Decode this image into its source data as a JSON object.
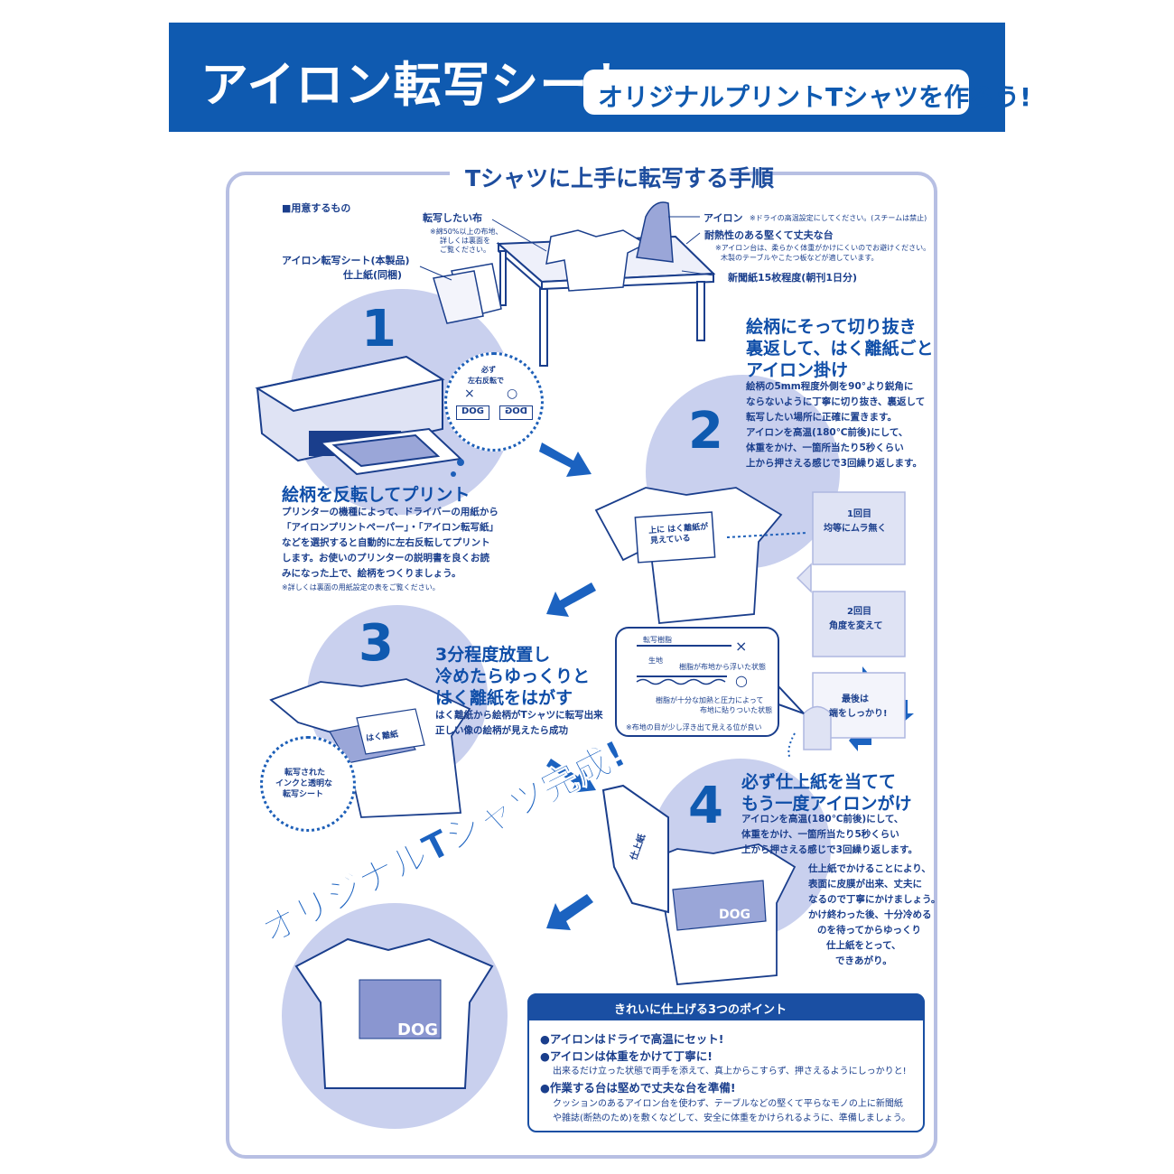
{
  "header": {
    "title": "アイロン転写シート",
    "subtitle": "オリジナルプリントTシャツを作ろう!"
  },
  "frame_title": "Tシャツに上手に転写する手順",
  "materials": {
    "heading": "■用意するもの",
    "cloth": "転写したい布",
    "cloth_note": [
      "※綿50%以上の布地、",
      "詳しくは裏面を",
      "ご覧ください。"
    ],
    "iron": "アイロン",
    "iron_note": "※ドライの高温設定にしてください。(スチームは禁止)",
    "board": "耐熱性のある堅くて丈夫な台",
    "board_note": [
      "※アイロン台は、柔らかく体重がかけにくいのでお避けください。",
      "木製のテーブルやこたつ板などが適しています。"
    ],
    "sheet": "アイロン転写シート(本製品)",
    "finish_paper": "仕上紙(同梱)",
    "newspaper": "新聞紙15枚程度(朝刊1日分)"
  },
  "steps": [
    {
      "number": "1",
      "heading": "絵柄を反転してプリント",
      "bubble": [
        "必ず",
        "左右反転で"
      ],
      "bubble_marks": [
        "×",
        "○"
      ],
      "bubble_label": "DOG",
      "body": [
        "プリンターの機種によって、ドライバーの用紙から",
        "「アイロンプリントペーパー」・「アイロン転写紙」",
        "などを選択すると自動的に左右反転してプリント",
        "します。お使いのプリンターの説明書を良くお読",
        "みになった上で、絵柄をつくりましょう。"
      ],
      "note": "※詳しくは裏面の用紙設定の表をご覧ください。"
    },
    {
      "number": "2",
      "heading": [
        "絵柄にそって切り抜き",
        "裏返して、はく離紙ごと",
        "アイロン掛け"
      ],
      "body": [
        "絵柄の5mm程度外側を90°より鋭角に",
        "ならないように丁寧に切り抜き、裏返して",
        "転写したい場所に正確に置きます。",
        "アイロンを高温(180℃前後)にして、",
        "体重をかけ、一箇所当たり5秒くらい",
        "上から押さえる感じで3回繰り返します。"
      ],
      "shirt_label": [
        "上に はく離紙が",
        "見えている"
      ],
      "pass1": [
        "1回目",
        "均等にムラ無く"
      ],
      "pass2": [
        "2回目",
        "角度を変えて"
      ],
      "pass3": [
        "最後は",
        "端をしっかり!"
      ]
    },
    {
      "number": "3",
      "heading": [
        "3分程度放置し",
        "冷めたらゆっくりと",
        "はく離紙をはがす"
      ],
      "body": [
        "はく離紙から絵柄がTシャツに転写出来",
        "正しい像の絵柄が見えたら成功"
      ],
      "shirt_label": "はく離紙",
      "bubble": [
        "転写された",
        "インクと透明な",
        "転写シート"
      ],
      "diagram": {
        "resin": "転写樹脂",
        "fabric": "生地",
        "bad": "樹脂が布地から浮いた状態",
        "good": [
          "樹脂が十分な加熱と圧力によって",
          "布地に貼りついた状態"
        ],
        "note": "※布地の目が少し浮き出て見える位が良い"
      }
    },
    {
      "number": "4",
      "heading": [
        "必ず仕上紙を当てて",
        "もう一度アイロンがけ"
      ],
      "paper_label": "仕上紙",
      "body": [
        "アイロンを高温(180℃前後)にして、",
        "体重をかけ、一箇所当たり5秒くらい",
        "上から押さえる感じで3回繰り返します。"
      ],
      "body2": [
        "仕上紙でかけることにより、",
        "表面に皮膜が出来、丈夫に",
        "なるので丁寧にかけましょう。",
        "かけ終わった後、十分冷める",
        "のを待ってからゆっくり",
        "仕上紙をとって、",
        "できあがり。"
      ]
    }
  ],
  "complete": "オリジナルTシャツ完成!",
  "dog_label": "DOG",
  "points": {
    "title": "きれいに仕上げる3つのポイント",
    "items": [
      {
        "main": "●アイロンはドライで高温にセット!",
        "sub": []
      },
      {
        "main": "●アイロンは体重をかけて丁寧に!",
        "sub": [
          "出来るだけ立った状態で両手を添えて、真上からこすらず、押さえるようにしっかりと!"
        ]
      },
      {
        "main": "●作業する台は堅めで丈夫な台を準備!",
        "sub": [
          "クッションのあるアイロン台を使わず、テーブルなどの堅くて平らなモノの上に新聞紙",
          "や雑誌(断熱のため)を敷くなどして、安全に体重をかけられるように、準備しましょう。"
        ]
      }
    ]
  },
  "colors": {
    "brand": "#0f5ab0",
    "light": "#c9d0ee",
    "frame": "#b7bfe3",
    "text": "#1a3e8c"
  }
}
